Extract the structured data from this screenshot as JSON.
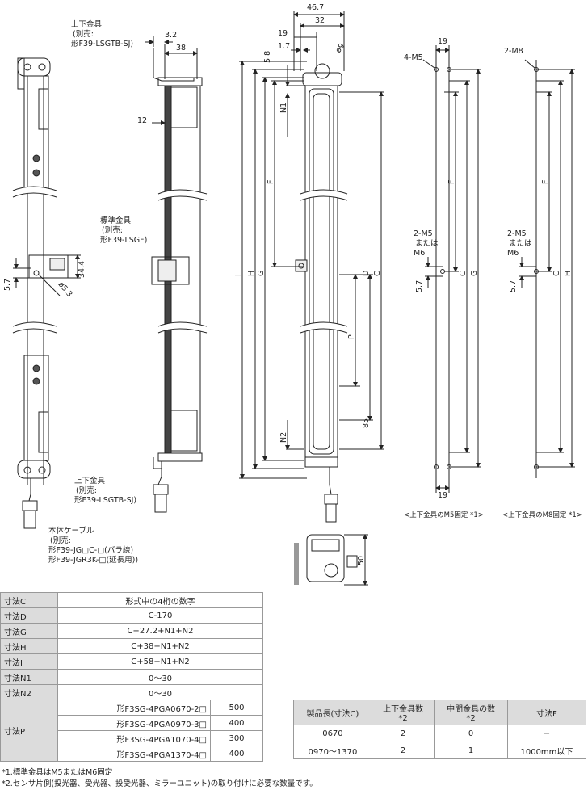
{
  "drawing": {
    "top_view_dims": [
      "46.7",
      "32",
      "19",
      "1.7",
      "5.8"
    ],
    "hole_dia": "ø9",
    "left_dims": {
      "d32": "3.2",
      "d38": "38",
      "d12": "12",
      "d57": "5.7",
      "d344": "34.4",
      "d53": "ø5.3"
    },
    "bracket_top": [
      "上下金具",
      "(別売:",
      "形F39-LSGTB-SJ)"
    ],
    "bracket_std": [
      "標準金具",
      "(別売:",
      "形F39-LSGF)"
    ],
    "bracket_bottom": [
      "上下金具",
      "(別売:",
      "形F39-LSGTB-SJ)"
    ],
    "cable": [
      "本体ケーブル",
      "(別売:",
      "形F39-JG□C-□(バラ線)",
      "形F39-JGR3K-□(延長用))"
    ],
    "front_letters": {
      "I": "I",
      "H": "H",
      "G": "G",
      "F": "F",
      "N1": "N1",
      "D": "D",
      "C": "C",
      "P": "P",
      "d85": "85",
      "N2": "N2"
    },
    "m5_view": {
      "top_label": "4-M5",
      "d19": "19",
      "mid_label": [
        "2-M5",
        "または",
        "M6"
      ],
      "d57": "5.7",
      "F": "F",
      "C": "C",
      "G": "G",
      "bottom_19": "19",
      "caption": "<上下金具のM5固定 *1>"
    },
    "m8_view": {
      "top_label": "2-M8",
      "mid_label": [
        "2-M5",
        "または",
        "M6"
      ],
      "d57": "5.7",
      "F": "F",
      "C": "C",
      "H": "H",
      "caption": "<上下金具のM8固定 *1>"
    },
    "connector_dim": "50"
  },
  "dim_table": [
    {
      "label": "寸法C",
      "value": "形式中の4桁の数字"
    },
    {
      "label": "寸法D",
      "value": "C-170"
    },
    {
      "label": "寸法G",
      "value": "C+27.2+N1+N2"
    },
    {
      "label": "寸法H",
      "value": "C+38+N1+N2"
    },
    {
      "label": "寸法I",
      "value": "C+58+N1+N2"
    },
    {
      "label": "寸法N1",
      "value": "0〜30"
    },
    {
      "label": "寸法N2",
      "value": "0〜30"
    }
  ],
  "dim_p": {
    "label": "寸法P",
    "rows": [
      {
        "model": "形F3SG-4PGA0670-2□",
        "value": "500"
      },
      {
        "model": "形F3SG-4PGA0970-3□",
        "value": "400"
      },
      {
        "model": "形F3SG-4PGA1070-4□",
        "value": "300"
      },
      {
        "model": "形F3SG-4PGA1370-4□",
        "value": "400"
      }
    ]
  },
  "qty_table": {
    "headers": [
      "製品長(寸法C)",
      "上下金具数\n*2",
      "中間金具の数\n*2",
      "寸法F"
    ],
    "rows": [
      [
        "0670",
        "2",
        "0",
        "−"
      ],
      [
        "0970〜1370",
        "2",
        "1",
        "1000mm以下"
      ]
    ]
  },
  "footnotes": [
    "*1.標準金具はM5またはM6固定",
    "*2.センサ片側(投光器、受光器、投受光器、ミラーユニット)の取り付けに必要な数量です。"
  ]
}
